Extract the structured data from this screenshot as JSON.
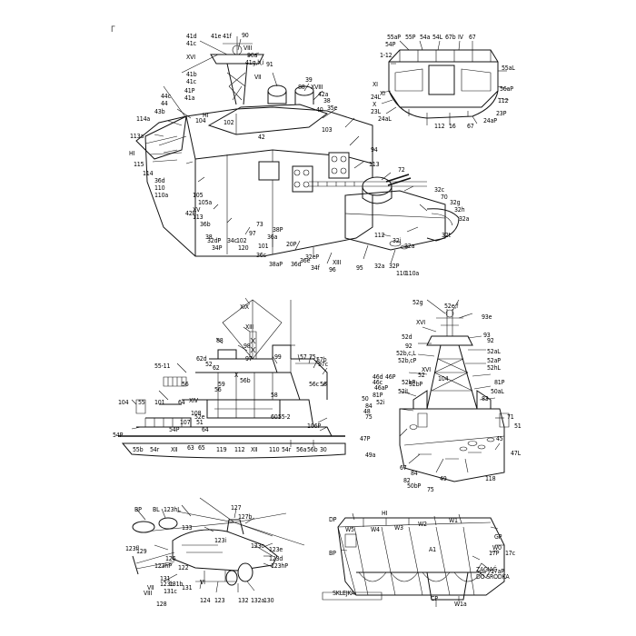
{
  "sheet": {
    "corner_mark": "Γ"
  },
  "figures": [
    {
      "id": "bridge",
      "labels": [
        "41d",
        "41c",
        "41e",
        "41f",
        "90",
        "XVI",
        "VIII",
        "90a",
        "41g,h,i",
        "91",
        "41b",
        "41c",
        "41P",
        "41a",
        "VII",
        "88",
        "39",
        "XVIII",
        "44c",
        "44",
        "43b",
        "114a",
        "113a",
        "HI",
        "115",
        "114",
        "36d",
        "110",
        "110a",
        "105",
        "105a",
        "XV",
        "42P",
        "113",
        "36b",
        "38",
        "32dP",
        "34P",
        "34c",
        "102",
        "120",
        "101",
        "97",
        "73",
        "38P",
        "36a",
        "36c",
        "38aP",
        "20P",
        "32eP",
        "34f",
        "36d",
        "36e",
        "XIII",
        "96",
        "95",
        "32a",
        "32P",
        "110",
        "110a",
        "HI",
        "104",
        "42a",
        "40",
        "42",
        "103",
        "94",
        "113",
        "72",
        "32c",
        "70",
        "32g",
        "32h",
        "32a",
        "112",
        "32t",
        "32i",
        "32a",
        "102",
        "38",
        "35e"
      ]
    },
    {
      "id": "bridge-cap",
      "labels": [
        "55aP",
        "55P",
        "54a",
        "54L",
        "67b",
        "IV",
        "67",
        "54P",
        "1-12",
        "55aL",
        "XI",
        "XI",
        "56aP",
        "112",
        "24L",
        "X",
        "23L",
        "112",
        "16",
        "67",
        "24aP",
        "23P",
        "24aL"
      ]
    },
    {
      "id": "superstructure",
      "labels": [
        "XIX",
        "XIII",
        "88",
        "98",
        "97",
        "99",
        "57",
        "75",
        "57b",
        "57c",
        "56",
        "55-11",
        "62d",
        "52",
        "62",
        "X",
        "56b",
        "56c",
        "56",
        "XIV",
        "55",
        "101",
        "64",
        "108",
        "104",
        "56",
        "59",
        "60",
        "55-2",
        "54P",
        "52e",
        "51",
        "64",
        "107",
        "54P",
        "106P",
        "55b",
        "54r",
        "XII",
        "63",
        "65",
        "119",
        "112",
        "XII",
        "110",
        "54r",
        "56a",
        "56b",
        "30",
        "58"
      ]
    },
    {
      "id": "mast",
      "labels": [
        "52g",
        "52e,f",
        "93e",
        "XVI",
        "52d",
        "93",
        "92",
        "92",
        "52b,c,L",
        "52b,cP",
        "52aL",
        "52aP",
        "XVI",
        "52",
        "46d",
        "46P",
        "52bP",
        "52hL",
        "46c",
        "52bP",
        "104",
        "46aP",
        "52iL",
        "81P",
        "81P",
        "52i",
        "50aL",
        "83",
        "50",
        "84",
        "48",
        "75",
        "47P",
        "71",
        "51",
        "49a",
        "118",
        "47L",
        "45",
        "84",
        "82",
        "67",
        "50bP",
        "49",
        "75"
      ]
    },
    {
      "id": "helicopter",
      "labels": [
        "BP",
        "BL",
        "123hL",
        "127",
        "129",
        "123fl",
        "133",
        "127b",
        "123hP",
        "131",
        "123i",
        "123c",
        "123e",
        "123d",
        "123hP",
        "126",
        "122",
        "123b",
        "VI",
        "131c",
        "131b",
        "131",
        "124",
        "123",
        "132",
        "132a",
        "130",
        "128",
        "VII",
        "VIII"
      ]
    },
    {
      "id": "hangar",
      "labels": [
        "HI",
        "DP",
        "W5",
        "W4",
        "W3",
        "W2",
        "W1",
        "GP",
        "BP",
        "W0",
        "17c",
        "17P",
        "A1",
        "17aP",
        "CP",
        "W1a"
      ],
      "notes": [
        "SKLEJKA",
        "ZAGIĄĆ",
        "DO ŚRODKA"
      ]
    }
  ]
}
